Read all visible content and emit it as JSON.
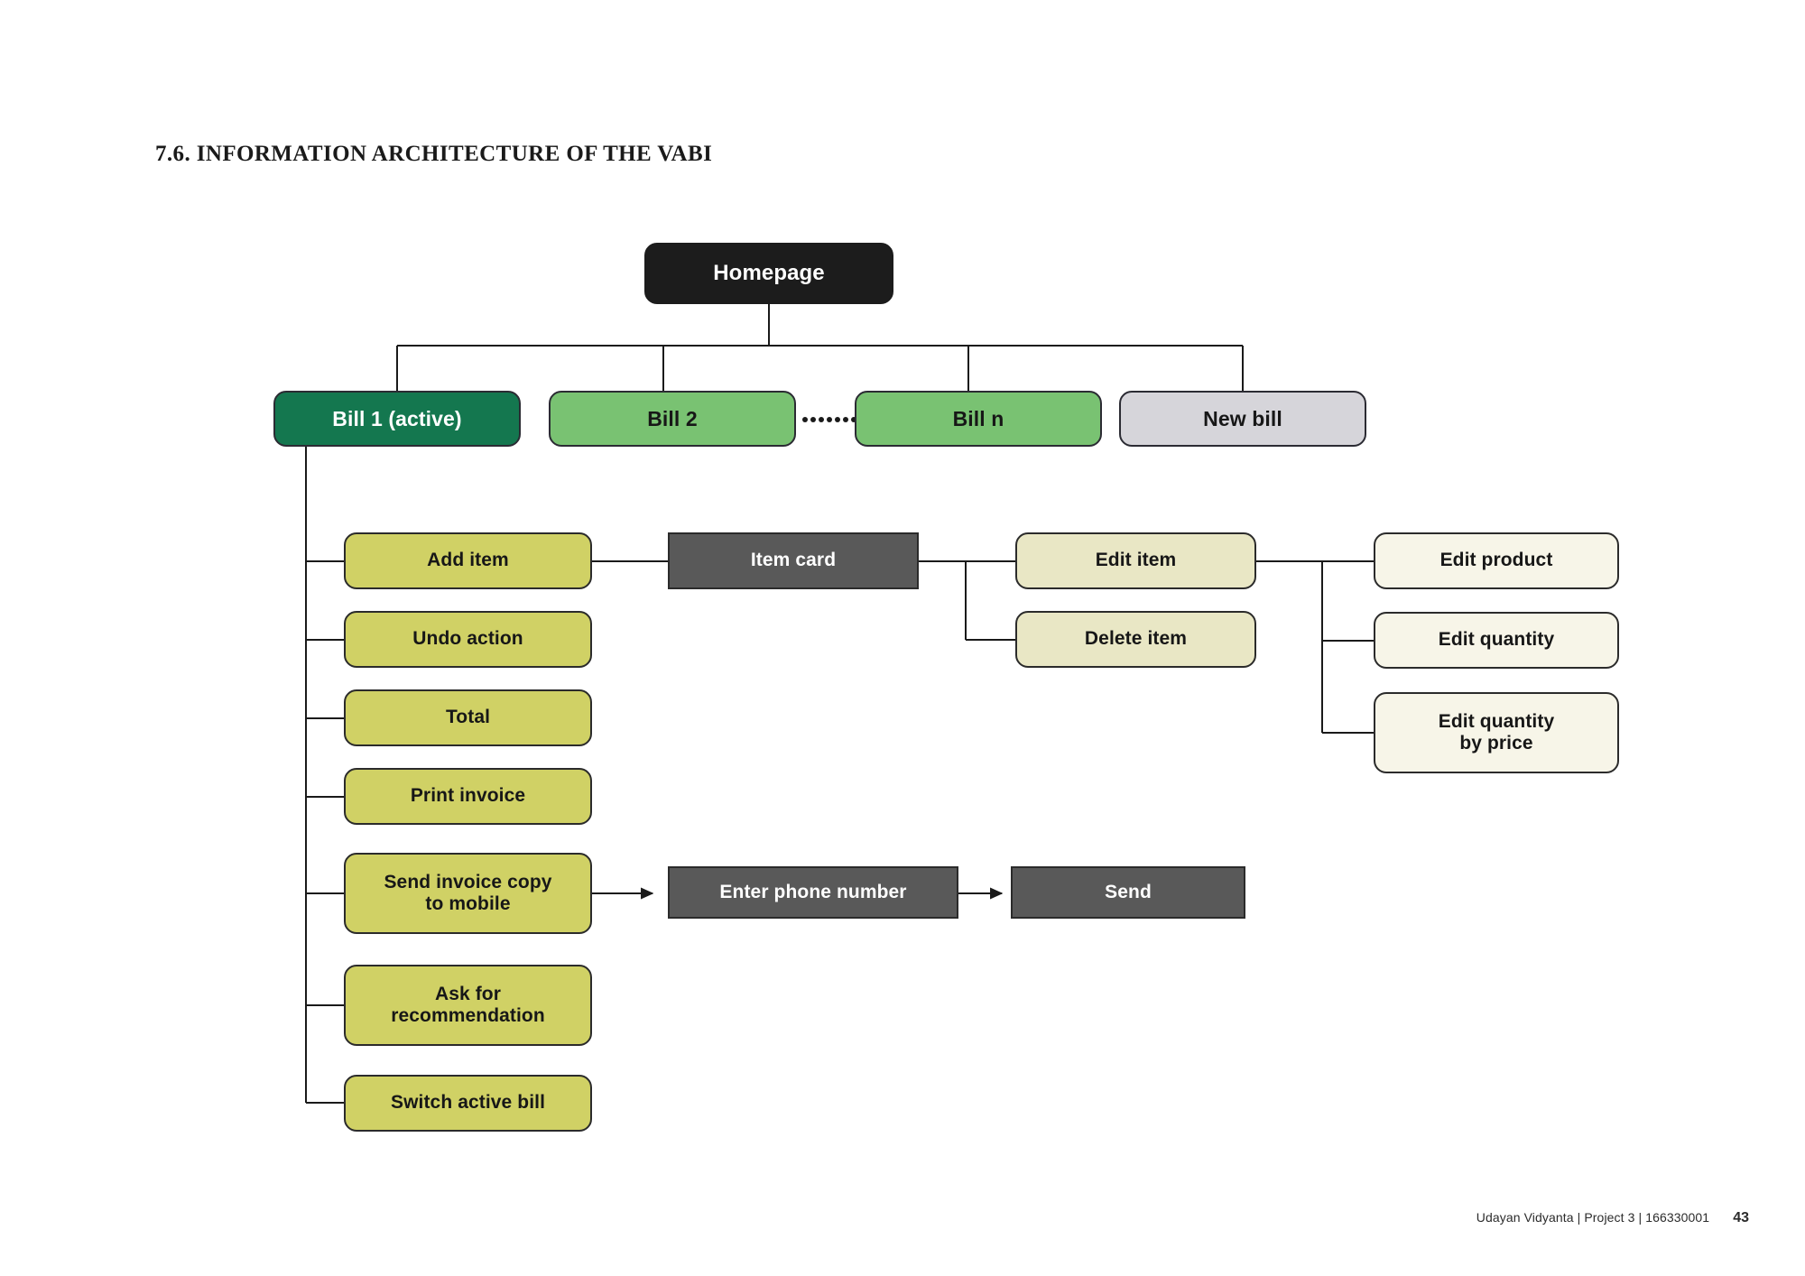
{
  "page": {
    "title": "7.6. INFORMATION ARCHITECTURE OF THE VABI",
    "footer_credit": "Udayan Vidyanta | Project 3 | 166330001",
    "footer_page": "43"
  },
  "colors": {
    "root": "#1c1c1c",
    "active_bill": "#14774f",
    "bill": "#79c272",
    "new_bill": "#d6d5da",
    "action": "#d0d165",
    "screen": "#595959",
    "item_action": "#e9e7c5",
    "edit_action": "#f7f5e8",
    "connector": "#1a1a1a"
  },
  "diagram": {
    "type": "information-architecture-tree",
    "root": {
      "label": "Homepage"
    },
    "bill_row": [
      {
        "label": "Bill 1 (active)",
        "state": "active"
      },
      {
        "label": "Bill 2",
        "state": "inactive"
      },
      {
        "label": "Bill n",
        "state": "inactive"
      },
      {
        "label": "New bill",
        "state": "new"
      }
    ],
    "ellipsis_dots": 7,
    "bill_actions": [
      {
        "label": "Add item"
      },
      {
        "label": "Undo action"
      },
      {
        "label": "Total"
      },
      {
        "label": "Print invoice"
      },
      {
        "label": "Send invoice copy\nto mobile"
      },
      {
        "label": "Ask for\nrecommendation"
      },
      {
        "label": "Switch active bill"
      }
    ],
    "item_card": {
      "label": "Item card"
    },
    "item_card_actions": [
      {
        "label": "Edit item"
      },
      {
        "label": "Delete item"
      }
    ],
    "edit_item_actions": [
      {
        "label": "Edit product"
      },
      {
        "label": "Edit quantity"
      },
      {
        "label": "Edit quantity\nby price"
      }
    ],
    "send_flow": [
      {
        "label": "Enter phone number"
      },
      {
        "label": "Send"
      }
    ]
  }
}
